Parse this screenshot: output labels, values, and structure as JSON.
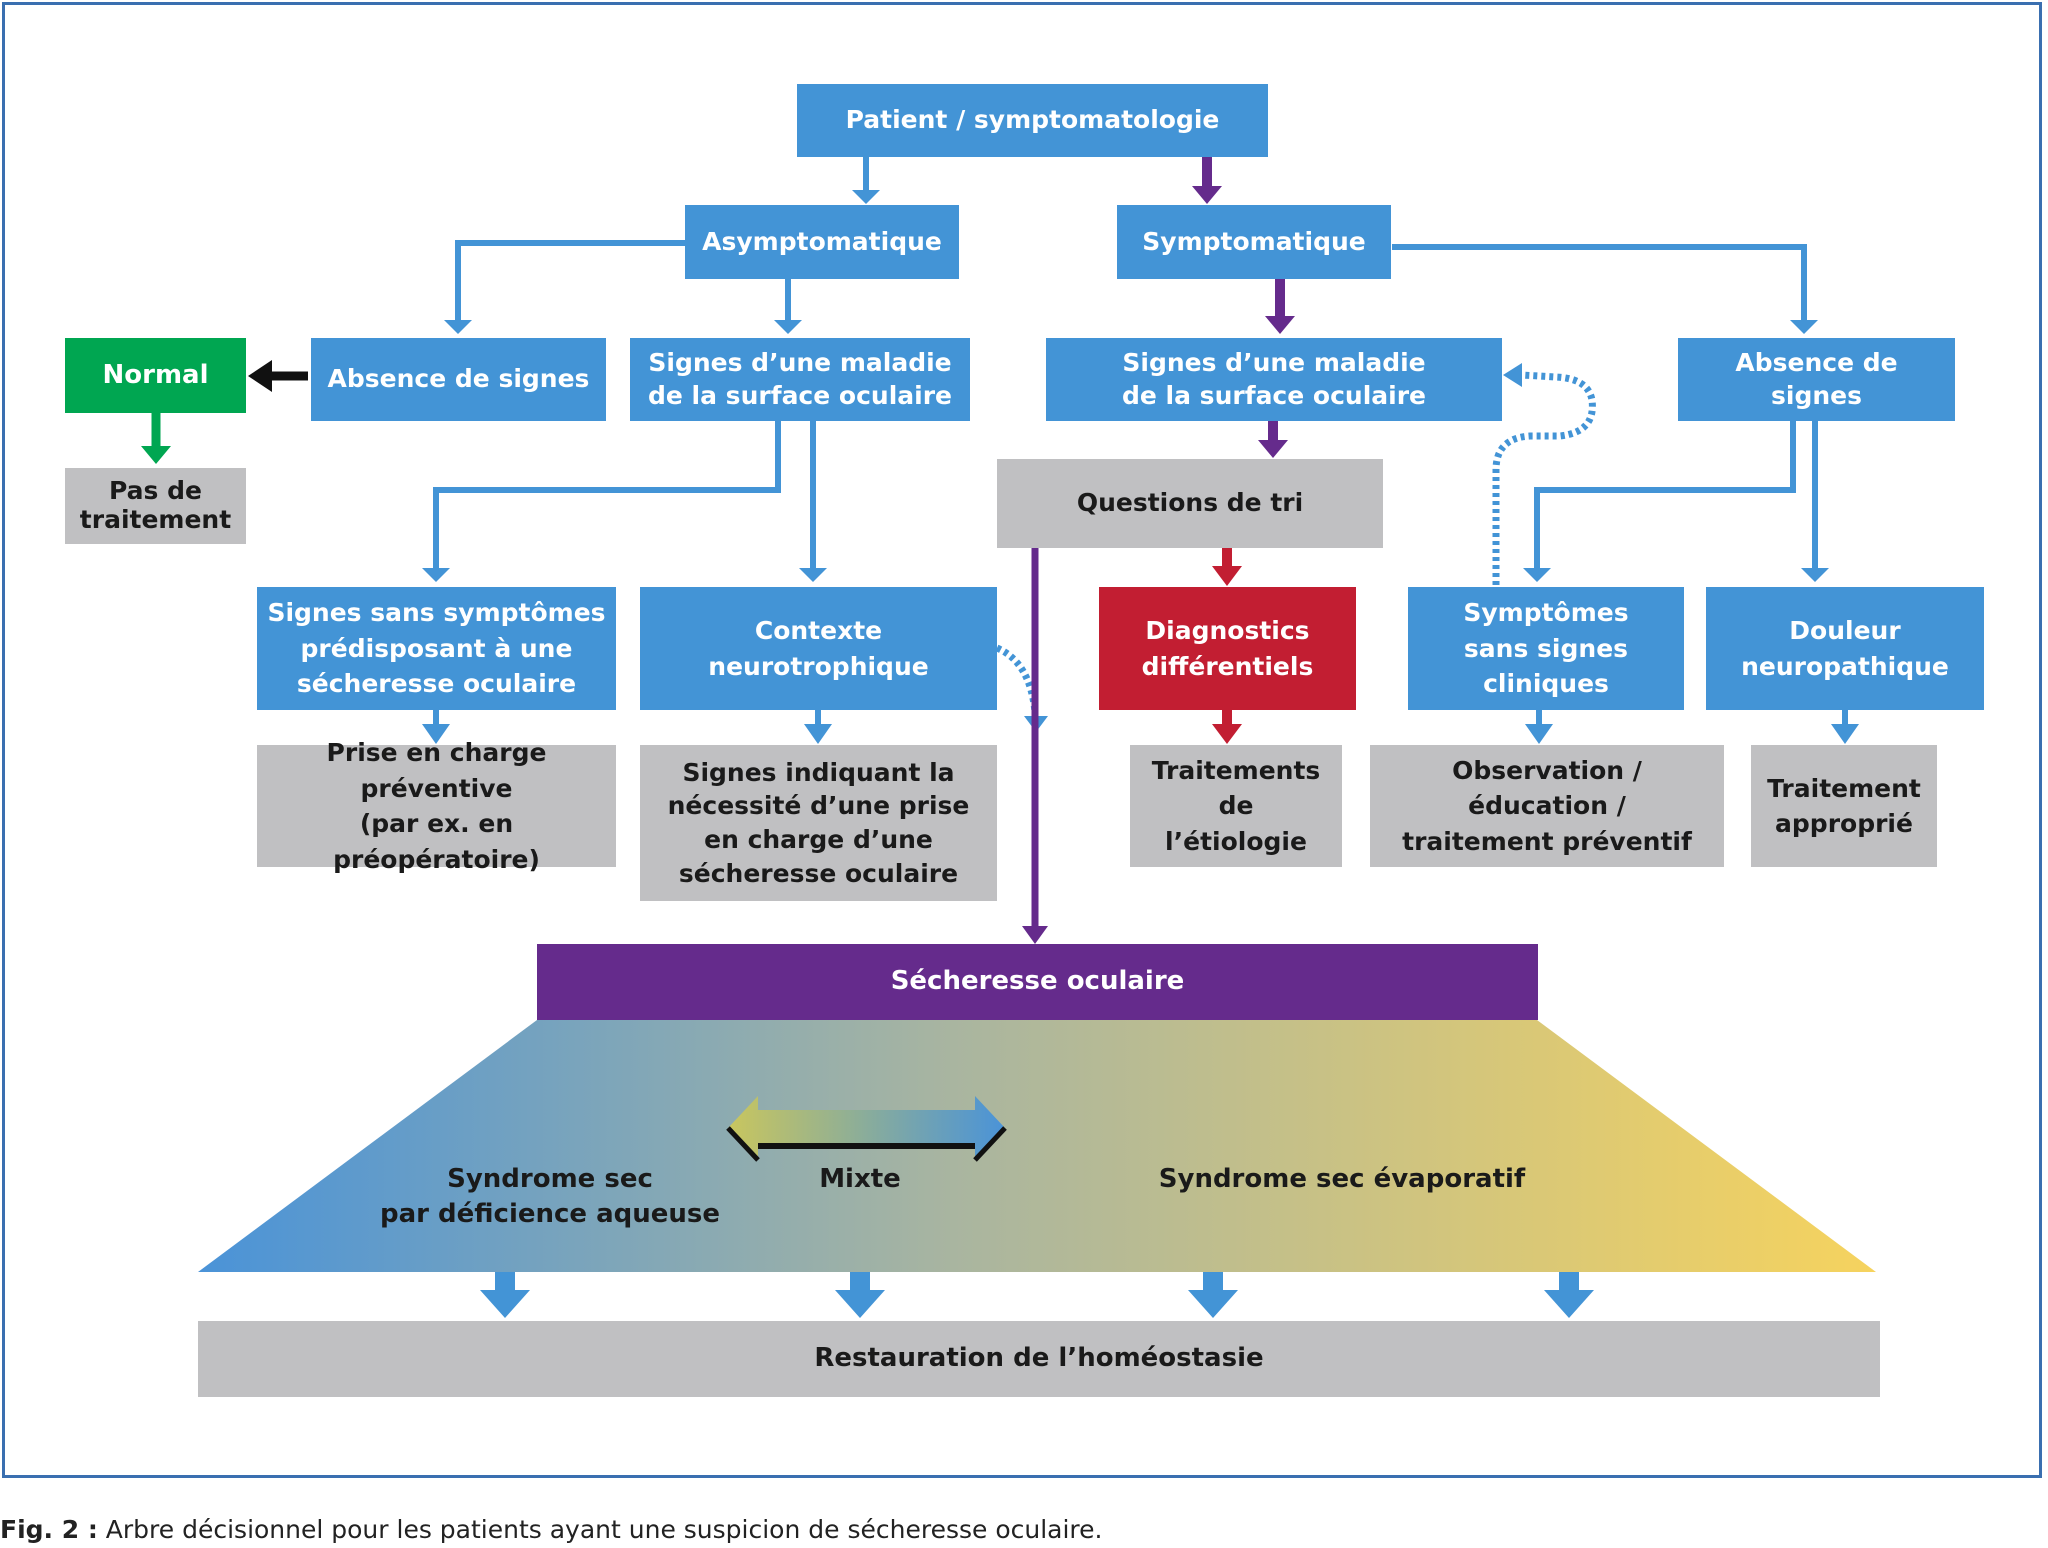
{
  "nodes": {
    "patient": "Patient / symptomatologie",
    "asymptomatique": "Asymptomatique",
    "symptomatique": "Symptomatique",
    "normal": "Normal",
    "absence_signes_left": "Absence de signes",
    "signes_maladie_left": "Signes d’une maladie\nde la surface oculaire",
    "signes_maladie_right": "Signes d’une maladie\nde la surface oculaire",
    "absence_signes_right": "Absence de signes",
    "pas_traitement": "Pas de\ntraitement",
    "questions_tri": "Questions de tri",
    "signes_sans_symptomes": "Signes sans symptômes\nprédisposant à une\nsécheresse oculaire",
    "contexte_neuro": "Contexte\nneurotrophique",
    "diagnostics": "Diagnostics\ndifférentiels",
    "symptomes_sans_signes": "Symptômes\nsans signes\ncliniques",
    "douleur": "Douleur\nneuropathique",
    "prise_en_charge": "Prise en charge préventive\n(par ex. en préopératoire)",
    "signes_indiquant": "Signes indiquant la\nnécessité d’une prise\nen charge d’une\nsécheresse oculaire",
    "traitements_etiologie": "Traitements de\nl’étiologie",
    "observation": "Observation / éducation /\ntraitement préventif",
    "traitement_approprie": "Traitement\napproprié",
    "secheresse": "Sécheresse oculaire",
    "syndrome_aqueuse": "Syndrome sec\npar déficience aqueuse",
    "mixte": "Mixte",
    "syndrome_evaporatif": "Syndrome sec évaporatif",
    "restauration": "Restauration de l’homéostasie"
  },
  "caption": {
    "label": "Fig. 2 :",
    "text": " Arbre décisionnel pour les patients ayant une suspicion de sécheresse oculaire."
  },
  "colors": {
    "blue": "#4394d6",
    "grey": "#c0c0c2",
    "green": "#00a651",
    "red": "#c21e32",
    "purple": "#652b8c",
    "gradient_left": "#4a93d8",
    "gradient_right": "#f6d35e",
    "frame": "#3a6fb0"
  }
}
